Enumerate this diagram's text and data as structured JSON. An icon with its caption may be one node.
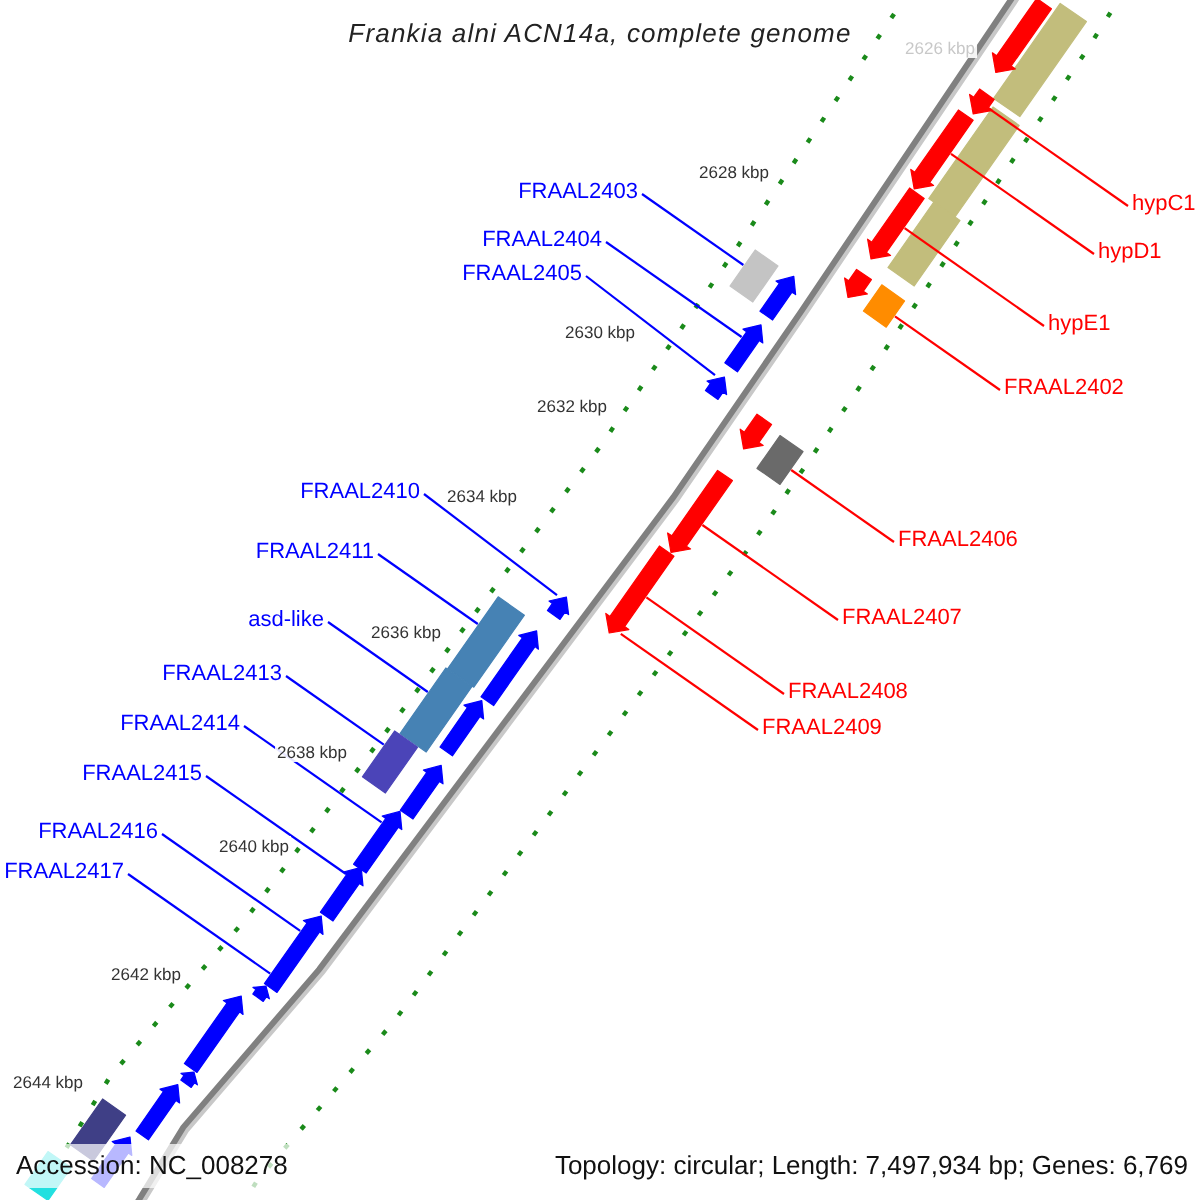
{
  "diagram": {
    "title": "Frankia alni ACN14a, complete genome",
    "nodes": [
      {
        "text": [
          "FRAAL2403"
        ]
      },
      {
        "text": [
          "FRAAL2404"
        ]
      },
      {
        "text": [
          "FRAAL2405"
        ]
      },
      {
        "text": [
          "FRAAL2410"
        ]
      },
      {
        "text": [
          "FRAAL2411"
        ]
      },
      {
        "text": [
          "asd-like"
        ]
      },
      {
        "text": [
          "FRAAL2413"
        ]
      },
      {
        "text": [
          "FRAAL2414"
        ]
      },
      {
        "text": [
          "FRAAL2415"
        ]
      },
      {
        "text": [
          "FRAAL2416"
        ]
      },
      {
        "text": [
          "FRAAL2417"
        ]
      },
      {
        "text": [
          "hypC1"
        ]
      },
      {
        "text": [
          "hypD1"
        ]
      },
      {
        "text": [
          "hypE1"
        ]
      },
      {
        "text": [
          "FRAAL2402"
        ]
      },
      {
        "text": [
          "FRAAL2406"
        ]
      },
      {
        "text": [
          "FRAAL2407"
        ]
      },
      {
        "text": [
          "FRAAL2408"
        ]
      },
      {
        "text": [
          "FRAAL2409"
        ]
      },
      {
        "text": [],
        "shape": "bar"
      },
      {
        "text": [],
        "shape": "bar"
      },
      {
        "text": [],
        "shape": "bar"
      },
      {
        "text": [],
        "shape": "arrow"
      },
      {
        "text": [],
        "shape": "arrow"
      },
      {
        "text": [],
        "shape": "arrow"
      },
      {
        "text": [],
        "shape": "arrow"
      },
      {
        "text": [],
        "shape": "arrow"
      },
      {
        "text": [],
        "shape": "bar"
      },
      {
        "text": [],
        "shape": "arrow"
      },
      {
        "text": [],
        "shape": "bar"
      },
      {
        "text": [],
        "shape": "arrow"
      },
      {
        "text": [],
        "shape": "arrow"
      },
      {
        "text": [],
        "shape": "bar"
      },
      {
        "text": [],
        "shape": "arrow"
      },
      {
        "text": [],
        "shape": "arrow"
      },
      {
        "text": [],
        "shape": "arrow"
      },
      {
        "text": [],
        "shape": "arrow"
      },
      {
        "text": [],
        "shape": "bar"
      },
      {
        "text": [],
        "shape": "arrow"
      },
      {
        "text": [],
        "shape": "bar"
      },
      {
        "text": [],
        "shape": "arrow"
      },
      {
        "text": [],
        "shape": "bar"
      },
      {
        "text": [],
        "shape": "arrow"
      },
      {
        "text": [],
        "shape": "arrow"
      },
      {
        "text": [],
        "shape": "arrow"
      },
      {
        "text": [],
        "shape": "arrow"
      },
      {
        "text": [],
        "shape": "arrow"
      },
      {
        "text": [],
        "shape": "arrow"
      },
      {
        "text": [],
        "shape": "arrow"
      },
      {
        "text": [],
        "shape": "arrow"
      },
      {
        "text": [],
        "shape": "bar"
      },
      {
        "text": [],
        "shape": "arrow"
      },
      {
        "text": [],
        "shape": "bar"
      }
    ],
    "edges": [
      {
        "from": 0,
        "to": 32,
        "arrow": "none"
      },
      {
        "from": 1,
        "to": 34,
        "arrow": "none"
      },
      {
        "from": 2,
        "to": 35,
        "arrow": "none"
      },
      {
        "from": 3,
        "to": 36,
        "arrow": "none"
      },
      {
        "from": 4,
        "to": 37,
        "arrow": "none"
      },
      {
        "from": 5,
        "to": 39,
        "arrow": "none"
      },
      {
        "from": 6,
        "to": 41,
        "arrow": "none"
      },
      {
        "from": 7,
        "to": 43,
        "arrow": "none"
      },
      {
        "from": 8,
        "to": 44,
        "arrow": "none"
      },
      {
        "from": 9,
        "to": 45,
        "arrow": "none"
      },
      {
        "from": 10,
        "to": 45,
        "arrow": "none"
      },
      {
        "from": 11,
        "to": 23,
        "arrow": "none",
        "color": "#ff0000"
      },
      {
        "from": 12,
        "to": 24,
        "arrow": "none",
        "color": "#ff0000"
      },
      {
        "from": 13,
        "to": 25,
        "arrow": "none",
        "color": "#ff0000"
      },
      {
        "from": 14,
        "to": 27,
        "arrow": "none",
        "color": "#ff0000"
      },
      {
        "from": 15,
        "to": 29,
        "arrow": "none",
        "color": "#ff0000"
      },
      {
        "from": 16,
        "to": 30,
        "arrow": "none",
        "color": "#ff0000"
      },
      {
        "from": 17,
        "to": 31,
        "arrow": "none",
        "color": "#ff0000"
      },
      {
        "from": 18,
        "to": 31,
        "arrow": "none",
        "color": "#ff0000"
      }
    ],
    "labels": [
      "2626 kbp",
      "2628 kbp",
      "2630 kbp",
      "2632 kbp",
      "2634 kbp",
      "2636 kbp",
      "2638 kbp",
      "2640 kbp",
      "2642 kbp",
      "2644 kbp",
      "Accession: NC_008278",
      "Topology: circular; Length: 7,497,934 bp; Genes: 6,769"
    ]
  }
}
